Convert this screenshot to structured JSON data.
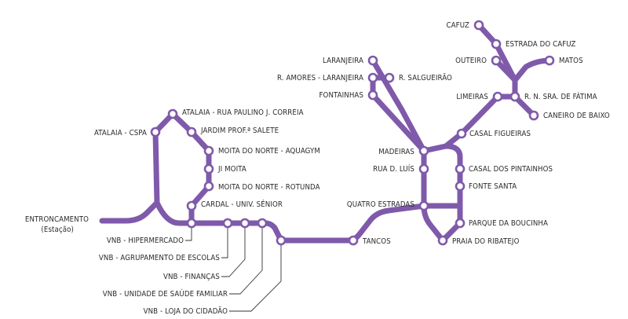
{
  "colors": {
    "line": "#7f5aaa",
    "station_fill": "#ffffff",
    "text": "#2b2b2b"
  },
  "stations": {
    "entroncamento": "ENTRONCAMENTO",
    "entroncamento_sub": "(Estação)",
    "atalaia_cspa": "ATALAIA - CSPA",
    "atalaia_rua": "ATALAIA - RUA PAULINO J. CORREIA",
    "jardim": "JARDIM PROF.ª SALETE",
    "moita_aquagym": "MOITA DO NORTE - AQUAGYM",
    "ji_moita": "JI MOITA",
    "moita_rotunda": "MOITA DO NORTE - ROTUNDA",
    "cardal": "CARDAL - UNIV. SÉNIOR",
    "vnb_hiper": "VNB - HIPERMERCADO",
    "vnb_agrup": "VNB - AGRUPAMENTO DE ESCOLAS",
    "vnb_financas": "VNB - FINANÇAS",
    "vnb_saude": "VNB - UNIDADE DE SAÚDE FAMILIAR",
    "vnb_loja": "VNB - LOJA DO CIDADÃO",
    "tancos": "TANCOS",
    "quatro_estradas": "QUATRO ESTRADAS",
    "rua_d_luis": "RUA D. LUÍS",
    "madeiras": "MADEIRAS",
    "fontainhas": "FONTAINHAS",
    "r_amores": "R. AMORES - LARANJEIRA",
    "laranjeira": "LARANJEIRA",
    "r_salgueirao": "R. SALGUEIRÃO",
    "casal_figueiras": "CASAL FIGUEIRAS",
    "limeiras": "LIMEIRAS",
    "r_n_sra": "R. N. SRA. DE FÁTIMA",
    "caneiro": "CANEIRO DE BAIXO",
    "matos": "MATOS",
    "outeiro": "OUTEIRO",
    "estrada_cafuz": "ESTRADA DO CAFUZ",
    "cafuz": "CAFUZ",
    "casal_pintainhos": "CASAL DOS PINTAINHOS",
    "fonte_santa": "FONTE SANTA",
    "parque_boucinha": "PARQUE DA BOUCINHA",
    "praia_ribatejo": "PRAIA DO RIBATEJO"
  }
}
